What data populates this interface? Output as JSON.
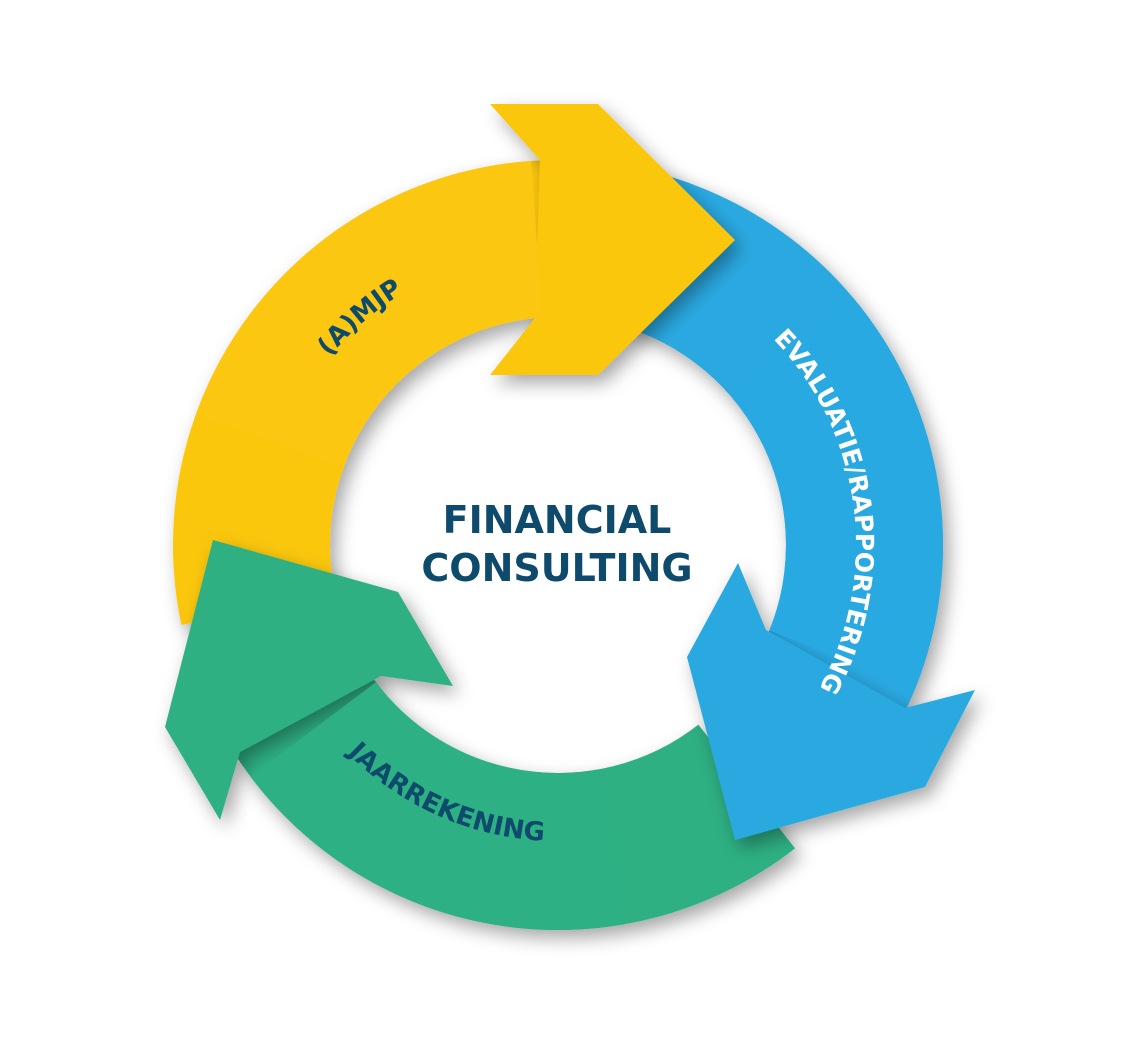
{
  "title": [
    "FINANCIAL",
    "CONSULTING"
  ],
  "segments": [
    {
      "id": "amjp",
      "label": "(A)MJP",
      "color": "#FBC711",
      "text_color": "#0E4A6B"
    },
    {
      "id": "evaluatie",
      "label": "EVALUATIE/RAPPORTERING",
      "color": "#29A9E1",
      "text_color": "#FFFFFF"
    },
    {
      "id": "jaarrekening",
      "label": "JAARREKENING",
      "color": "#2DB083",
      "text_color": "#0E4A6B"
    }
  ],
  "colors": {
    "title": "#0E4A6B"
  }
}
